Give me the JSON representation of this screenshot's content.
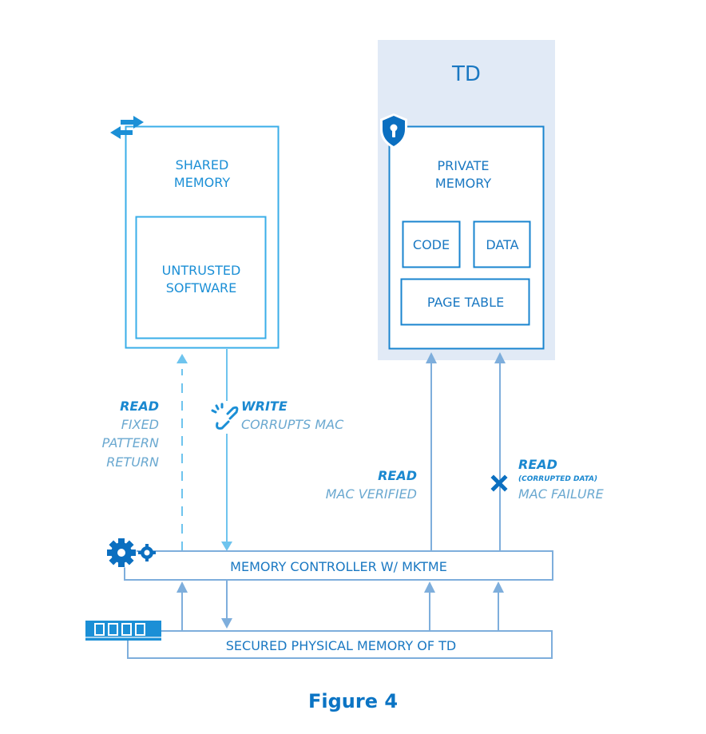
{
  "colors": {
    "accent": "#1b8fd6",
    "dark_accent": "#0b6fc0",
    "td_background": "#e1eaf6",
    "line_light": "#6ec4ee",
    "line_muted": "#7eaedc"
  },
  "td": {
    "title": "TD"
  },
  "shared_memory": {
    "label_line1": "SHARED",
    "label_line2": "MEMORY",
    "icon": "transfer-arrows-icon",
    "untrusted": {
      "label_line1": "UNTRUSTED",
      "label_line2": "SOFTWARE"
    }
  },
  "private_memory": {
    "label_line1": "PRIVATE",
    "label_line2": "MEMORY",
    "icon": "shield-lock-icon",
    "code": "CODE",
    "data": "DATA",
    "page_table": "PAGE TABLE"
  },
  "flows": {
    "read_fixed": {
      "title": "READ",
      "line1": "FIXED",
      "line2": "PATTERN",
      "line3": "RETURN"
    },
    "write": {
      "title": "WRITE",
      "line1": "CORRUPTS MAC",
      "icon": "broken-link-icon"
    },
    "read_verified": {
      "title": "READ",
      "line1": "MAC VERIFIED"
    },
    "read_failure": {
      "title": "READ",
      "subtitle": "(CORRUPTED DATA)",
      "line1": "MAC FAILURE",
      "icon": "x-mark-icon"
    }
  },
  "memory_controller": {
    "label": "MEMORY CONTROLLER W/ MKTME",
    "icon": "gears-icon"
  },
  "physical_memory": {
    "label": "SECURED PHYSICAL MEMORY OF TD",
    "icon": "ram-module-icon"
  },
  "caption": "Figure 4"
}
